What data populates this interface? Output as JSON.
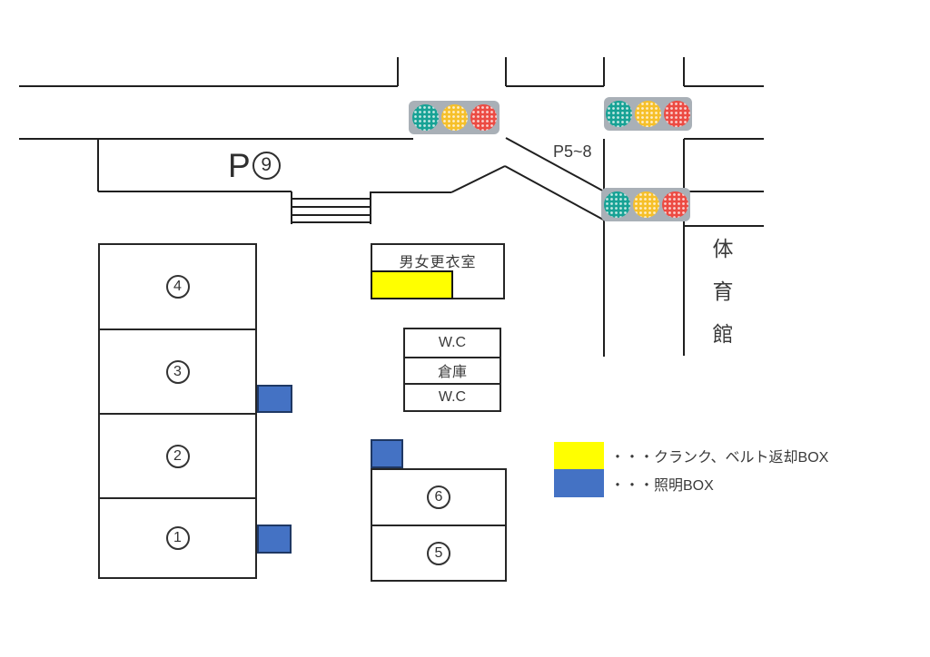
{
  "map": {
    "p9_label": {
      "prefix": "P",
      "number": "9"
    },
    "p58_label": "P5~8",
    "gym_chars": [
      "体",
      "育",
      "館"
    ],
    "left_building_units": [
      "4",
      "3",
      "2",
      "1"
    ],
    "mid_building_units": [
      "6",
      "5"
    ],
    "changing_room_label": "男女更衣室",
    "facility_rows": [
      "W.C",
      "倉庫",
      "W.C"
    ]
  },
  "legend": {
    "items": [
      {
        "color": "#FFFF00",
        "label": "・・・クランク、ベルト返却BOX"
      },
      {
        "color": "#4472C4",
        "label": "・・・照明BOX"
      }
    ]
  },
  "colors": {
    "box_yellow": "#FFFF00",
    "box_blue": "#4472C4",
    "signal_housing": "#A9B0B7",
    "signal_green": "#17A295",
    "signal_amber": "#F6C02A",
    "signal_red": "#EC4B43"
  }
}
